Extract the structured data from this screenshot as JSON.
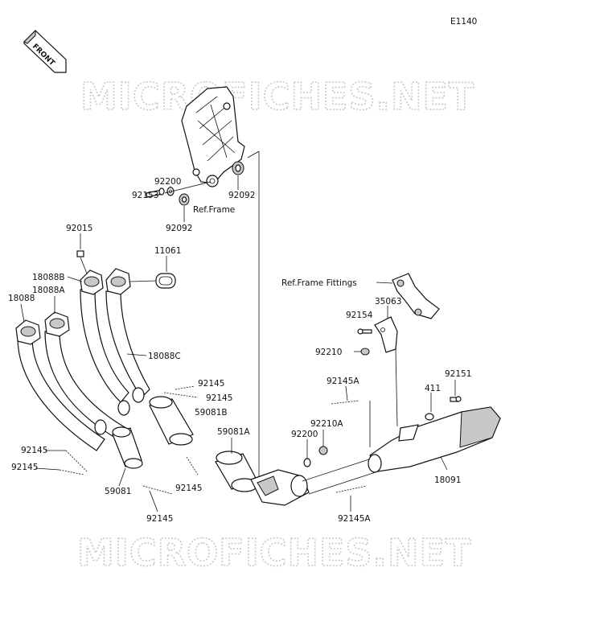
{
  "diagram_code": "E1140",
  "front_label": "FRONT",
  "watermark": "MICROFICHES.NET",
  "labels": {
    "p92200_top": "92200",
    "p92153": "92153",
    "ref_frame": "Ref.Frame",
    "p92092_right": "92092",
    "p92092_bottom": "92092",
    "p92015": "92015",
    "p11061": "11061",
    "p18088B": "18088B",
    "p18088A": "18088A",
    "p18088": "18088",
    "p18088C": "18088C",
    "p92145_r1": "92145",
    "p92145_r2": "92145",
    "p59081B": "59081B",
    "p59081A": "59081A",
    "p92145_l1": "92145",
    "p92145_l2": "92145",
    "p59081": "59081",
    "p92145_b1": "92145",
    "p92145_b2": "92145",
    "ref_frame_fittings": "Ref.Frame Fittings",
    "p35063": "35063",
    "p92154": "92154",
    "p92210": "92210",
    "p92145A_top": "92145A",
    "p92210A": "92210A",
    "p92200_mid": "92200",
    "p92151": "92151",
    "p411": "411",
    "p18091": "18091",
    "p92145A_bottom": "92145A"
  }
}
